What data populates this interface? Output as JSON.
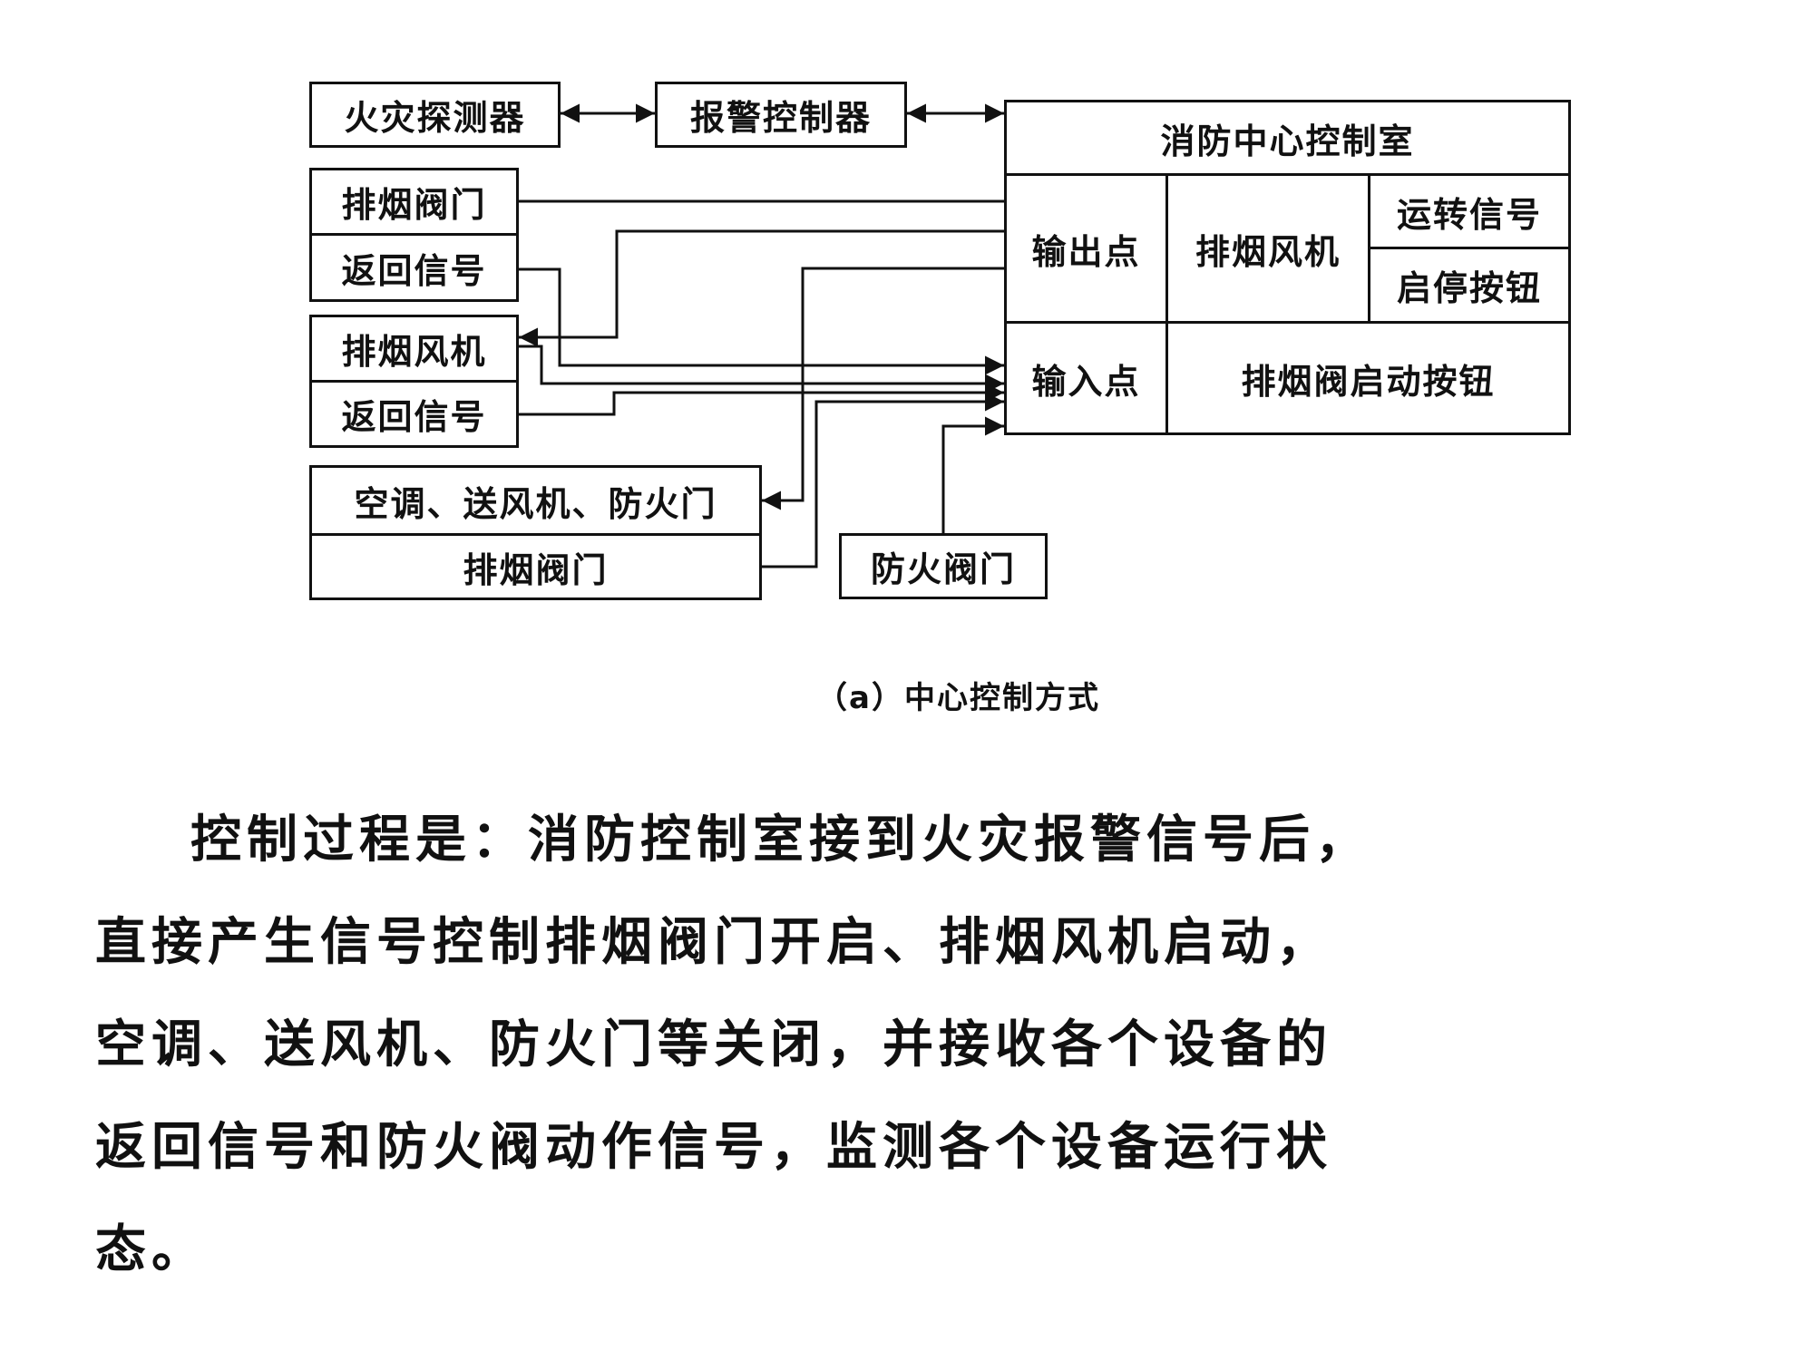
{
  "diagram": {
    "boxes": {
      "fire_detector": "火灾探测器",
      "alarm_controller": "报警控制器",
      "smoke_valve_top": "排烟阀门",
      "return_signal_1": "返回信号",
      "smoke_fan": "排烟风机",
      "return_signal_2": "返回信号",
      "ac_fan_door": "空调、送风机、防火门",
      "smoke_valve_bottom": "排烟阀门",
      "fire_damper": "防火阀门"
    },
    "control_room": {
      "title": "消防中心控制室",
      "output_point": "输出点",
      "smoke_fan": "排烟风机",
      "run_signal": "运转信号",
      "start_stop_button": "启停按钮",
      "input_point": "输入点",
      "smoke_valve_start_button": "排烟阀启动按钮"
    }
  },
  "caption": "（a）中心控制方式",
  "paragraph": {
    "lines": [
      "控制过程是：消防控制室接到火灾报警信号后，",
      "直接产生信号控制排烟阀门开启、排烟风机启动，",
      "空调、送风机、防火门等关闭，并接收各个设备的",
      "返回信号和防火阀动作信号，监测各个设备运行状",
      "态。"
    ]
  }
}
